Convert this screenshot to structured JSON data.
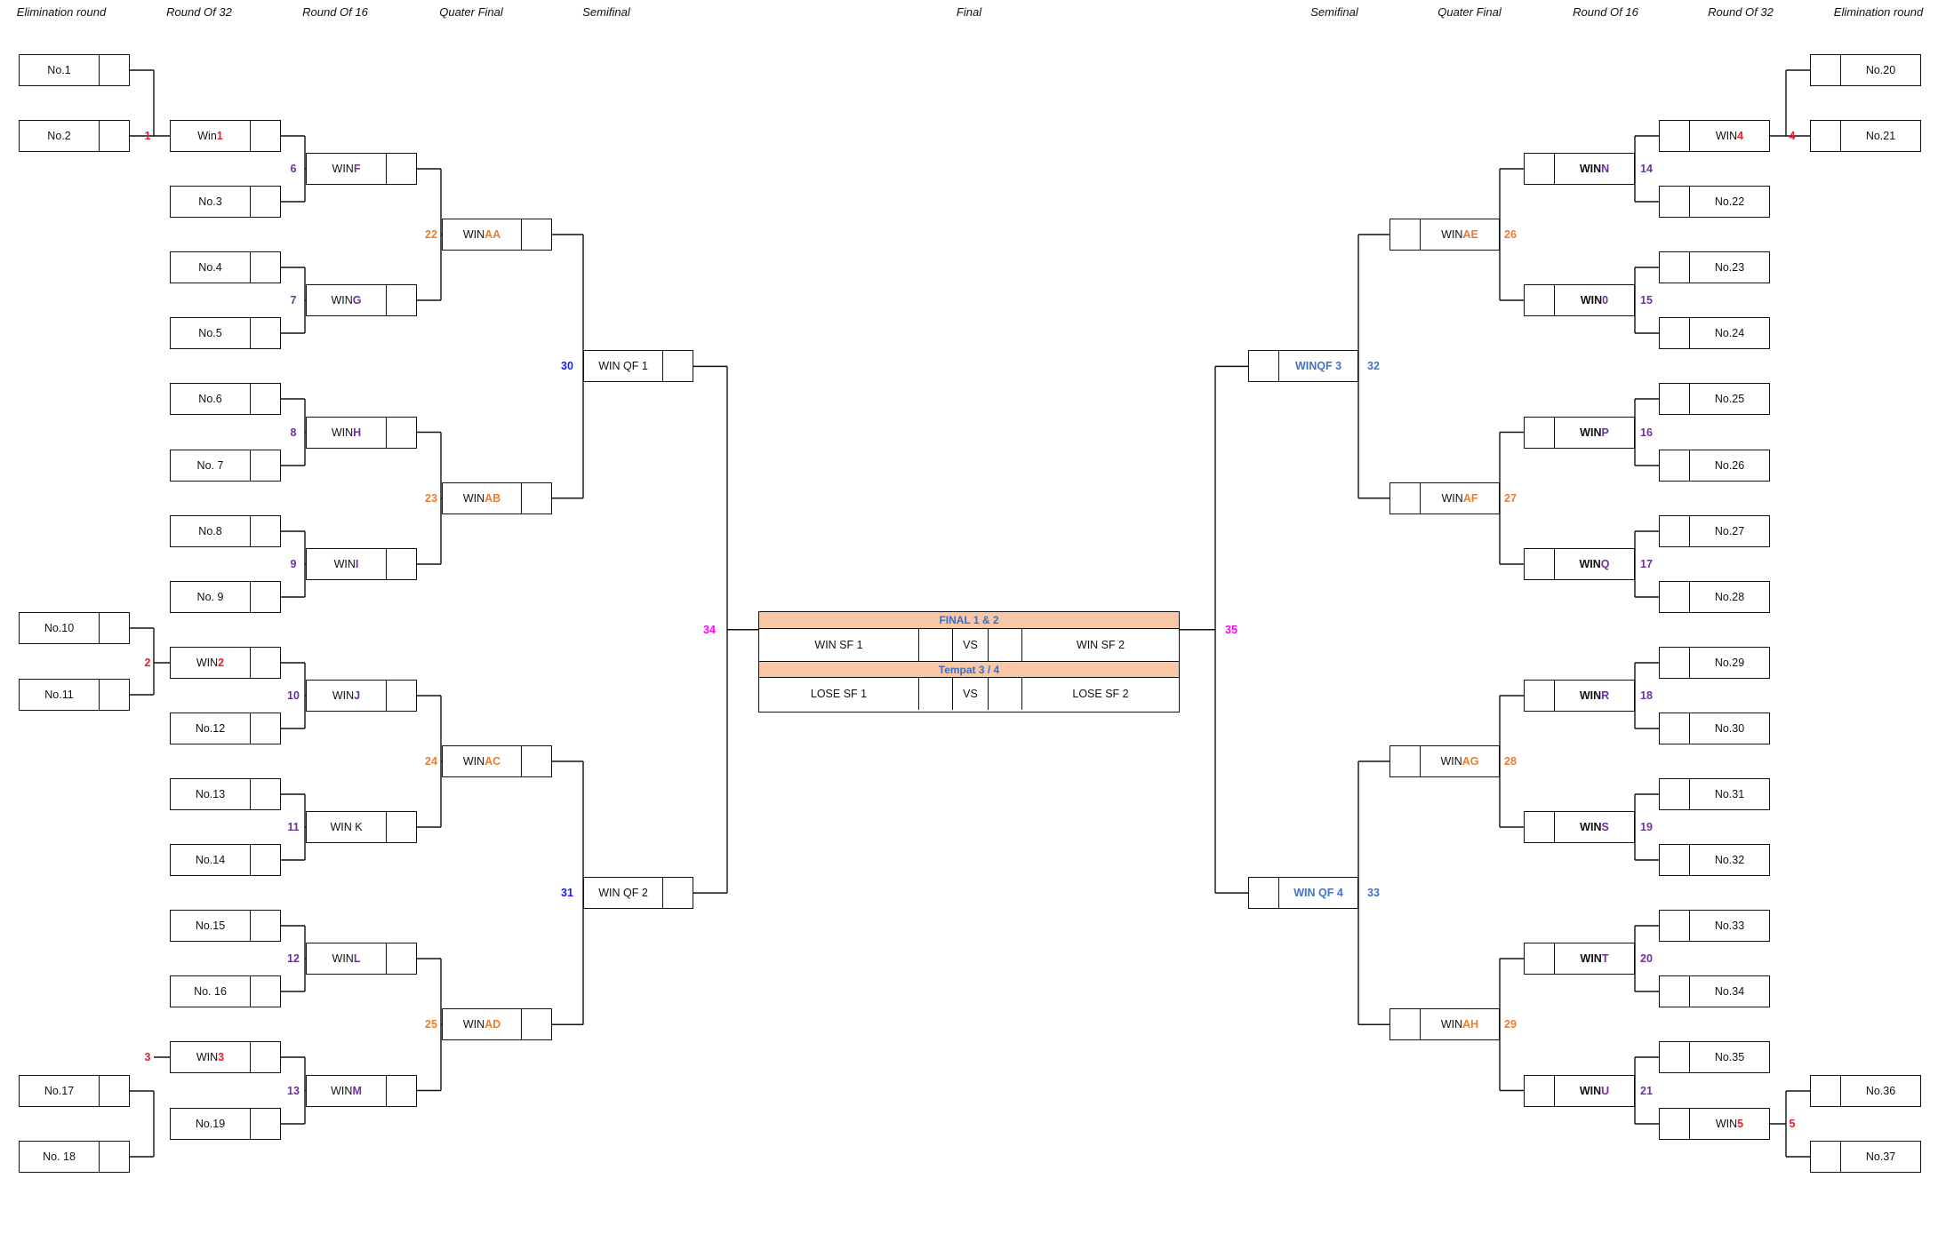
{
  "headers": {
    "left": [
      "Elimination round",
      "Round Of 32",
      "Round Of 16",
      "Quater Final",
      "Semifinal"
    ],
    "center": "Final",
    "right": [
      "Semifinal",
      "Quater Final",
      "Round Of 16",
      "Round Of 32",
      "Elimination round"
    ]
  },
  "left": {
    "elimination": [
      "No.1",
      "No.2",
      "No.10",
      "No.11",
      "No.17",
      "No. 18"
    ],
    "r32": [
      {
        "kw": "Win",
        "code": "1"
      },
      "No.3",
      "No.4",
      "No.5",
      "No.6",
      "No. 7",
      "No.8",
      "No. 9",
      {
        "kw": "WIN",
        "code": "2"
      },
      "No.12",
      "No.13",
      "No.14",
      "No.15",
      "No. 16",
      {
        "kw": "WIN",
        "code": "3"
      },
      "No.19"
    ],
    "r16": [
      {
        "kw": "WIN",
        "code": "F"
      },
      {
        "kw": "WIN",
        "code": "G"
      },
      {
        "kw": "WIN",
        "code": "H"
      },
      {
        "kw": "WIN",
        "code": "I"
      },
      {
        "kw": "WIN",
        "code": "J"
      },
      {
        "kw": "WIN K",
        "code": ""
      },
      {
        "kw": "WIN",
        "code": "L"
      },
      {
        "kw": "WIN",
        "code": "M"
      }
    ],
    "qf": [
      {
        "kw": "WIN",
        "code": "AA"
      },
      {
        "kw": "WIN",
        "code": "AB"
      },
      {
        "kw": "WIN",
        "code": "AC"
      },
      {
        "kw": "WIN",
        "code": "AD"
      }
    ],
    "sf": [
      "WIN QF 1",
      "WIN QF 2"
    ],
    "match_numbers": {
      "elim": [
        "1",
        "2",
        "3"
      ],
      "r32": [
        "6",
        "7",
        "8",
        "9",
        "10",
        "11",
        "12",
        "13"
      ],
      "r16": [
        "22",
        "23",
        "24",
        "25"
      ],
      "qf": [
        "30",
        "31"
      ],
      "sf": "34"
    }
  },
  "right": {
    "elimination": [
      "No.20",
      "No.21",
      "No.36",
      "No.37"
    ],
    "r32": [
      {
        "kw": "WIN",
        "code": "4"
      },
      "No.22",
      "No.23",
      "No.24",
      "No.25",
      "No.26",
      "No.27",
      "No.28",
      "No.29",
      "No.30",
      "No.31",
      "No.32",
      "No.33",
      "No.34",
      "No.35",
      {
        "kw": "WIN",
        "code": "5"
      }
    ],
    "r16": [
      {
        "kw": "WIN",
        "code": "N"
      },
      {
        "kw": "WIN",
        "code": "0"
      },
      {
        "kw": "WIN",
        "code": "P"
      },
      {
        "kw": "WIN",
        "code": "Q"
      },
      {
        "kw": "WIN",
        "code": "R"
      },
      {
        "kw": "WIN",
        "code": "S"
      },
      {
        "kw": "WIN",
        "code": "T"
      },
      {
        "kw": "WIN",
        "code": "U"
      }
    ],
    "qf": [
      {
        "kw": "WIN",
        "code": "AE"
      },
      {
        "kw": "WIN",
        "code": "AF"
      },
      {
        "kw": "WIN",
        "code": "AG"
      },
      {
        "kw": "WIN",
        "code": "AH"
      }
    ],
    "sf": [
      "WINQF 3",
      "WIN QF 4"
    ],
    "match_numbers": {
      "elim": [
        "4",
        "5"
      ],
      "r32": [
        "14",
        "15",
        "16",
        "17",
        "18",
        "19",
        "20",
        "21"
      ],
      "r16": [
        "26",
        "27",
        "28",
        "29"
      ],
      "qf": [
        "32",
        "33"
      ],
      "sf": "35"
    }
  },
  "final": {
    "title1": "FINAL 1 & 2",
    "row1": {
      "left": "WIN SF 1",
      "vs": "VS",
      "right": "WIN SF 2"
    },
    "title2": "Tempat 3 / 4",
    "row2": {
      "left": "LOSE SF 1",
      "vs": "VS",
      "right": "LOSE SF 2"
    }
  },
  "colors": {
    "line": "#111111",
    "elim_num": "#e8202a",
    "r32_num": "#7030a0",
    "r16_num": "#ed7d31",
    "qf_num_left": "#1a1aff",
    "qf_num_right": "#4472c4",
    "sf_num": "#ff00ff",
    "sf_text_right": "#4472c4",
    "final_band": "#f8c7a6",
    "final_title": "#3a6fc2"
  }
}
